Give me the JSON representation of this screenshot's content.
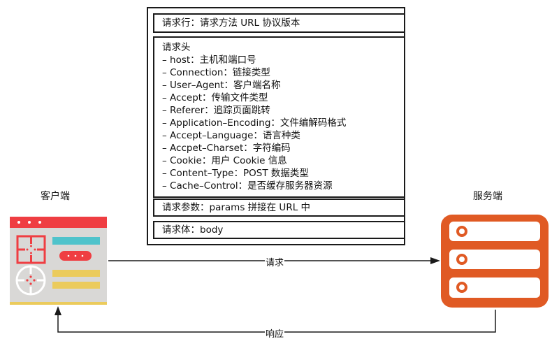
{
  "request_box": {
    "request_line": "请求行：请求方法 URL 协议版本",
    "headers": {
      "title": "请求头",
      "items": [
        "– host：主机和端口号",
        "– Connection：链接类型",
        "– User–Agent：客户端名称",
        "– Accept：传输文件类型",
        "– Referer：追踪页面跳转",
        "– Application–Encoding：文件编解码格式",
        "– Accept–Language：语言种类",
        "– Accpet–Charset：字符编码",
        "– Cookie：用户 Cookie 信息",
        "– Content–Type：POST 数据类型",
        "– Cache–Control：是否缓存服务器资源"
      ]
    },
    "params": "请求参数：params 拼接在 URL 中",
    "body": "请求体：body"
  },
  "client": {
    "label": "客户端"
  },
  "server": {
    "label": "服务端"
  },
  "edges": {
    "request": "请求",
    "response": "响应"
  },
  "colors": {
    "client_header": "#EF3E42",
    "client_body": "#D9D8D6",
    "client_cyan": "#4FC3CB",
    "client_yellow": "#EBCB5C",
    "server_orange": "#E05A24",
    "line": "#1a1a1a"
  }
}
